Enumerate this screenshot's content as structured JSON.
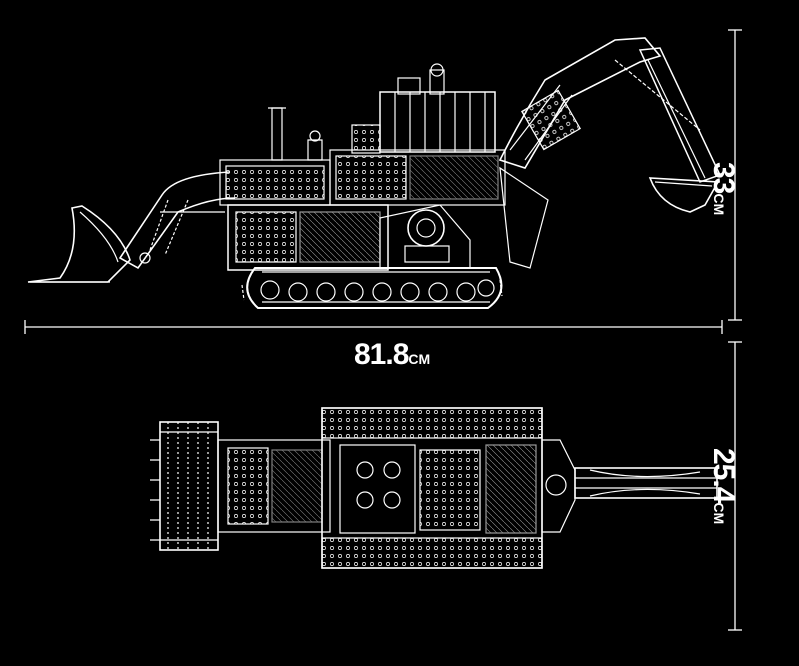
{
  "dimensions": {
    "length": {
      "value": "81.8",
      "unit": "CM"
    },
    "height": {
      "value": "33",
      "unit": "CM"
    },
    "width": {
      "value": "25.4",
      "unit": "CM"
    }
  },
  "colors": {
    "background": "#000000",
    "line": "#ffffff"
  }
}
